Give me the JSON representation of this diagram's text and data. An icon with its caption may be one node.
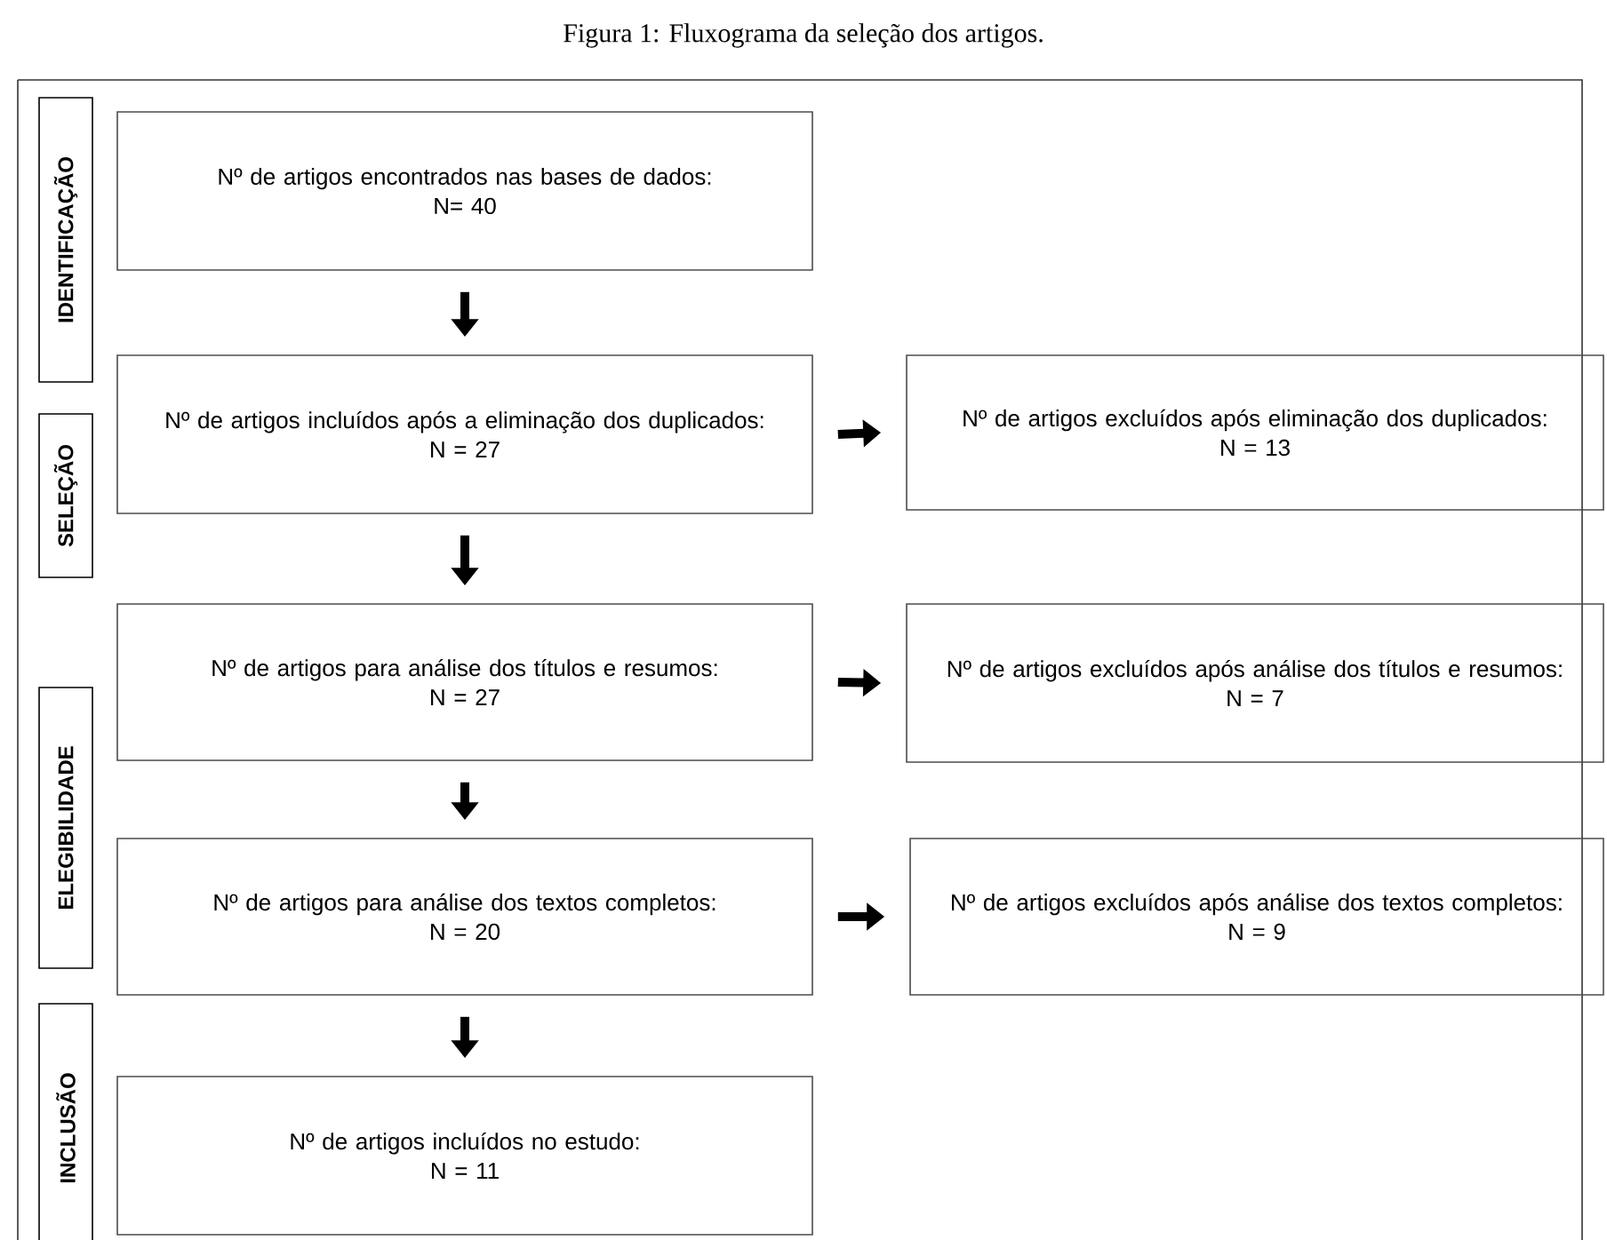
{
  "diagram": {
    "title": "Figura 1: Fluxograma da seleção dos artigos.",
    "nodes": [
      {
        "text": [
          "IDENTIFICAÇÃO"
        ]
      },
      {
        "text": [
          "Nº de artigos encontrados nas bases de dados:",
          "N= 40"
        ]
      },
      {
        "text": [
          "SELEÇÃO"
        ]
      },
      {
        "text": [
          "Nº de artigos incluídos após a eliminação dos duplicados:",
          "N = 27"
        ]
      },
      {
        "text": [
          "Nº de artigos excluídos após eliminação dos duplicados:",
          "N = 13"
        ]
      },
      {
        "text": [
          "Nº de artigos para análise dos títulos e resumos:",
          "N = 27"
        ]
      },
      {
        "text": [
          "Nº de artigos excluídos após análise dos títulos e resumos:",
          "N = 7"
        ]
      },
      {
        "text": [
          "ELEGIBILIDADE"
        ]
      },
      {
        "text": [
          "Nº de artigos para análise dos textos completos:",
          "N = 20"
        ]
      },
      {
        "text": [
          "Nº de artigos excluídos após análise dos textos completos:",
          "N = 9"
        ]
      },
      {
        "text": [
          "INCLUSÃO"
        ]
      },
      {
        "text": [
          "Nº de artigos incluídos no estudo:",
          "N = 11"
        ]
      }
    ],
    "edges": [
      {
        "from": 1,
        "to": 3,
        "arrow": "to"
      },
      {
        "from": 3,
        "to": 4,
        "arrow": "to"
      },
      {
        "from": 3,
        "to": 5,
        "arrow": "to"
      },
      {
        "from": 5,
        "to": 6,
        "arrow": "to"
      },
      {
        "from": 5,
        "to": 8,
        "arrow": "to"
      },
      {
        "from": 8,
        "to": 9,
        "arrow": "to"
      },
      {
        "from": 8,
        "to": 11,
        "arrow": "to"
      }
    ]
  }
}
